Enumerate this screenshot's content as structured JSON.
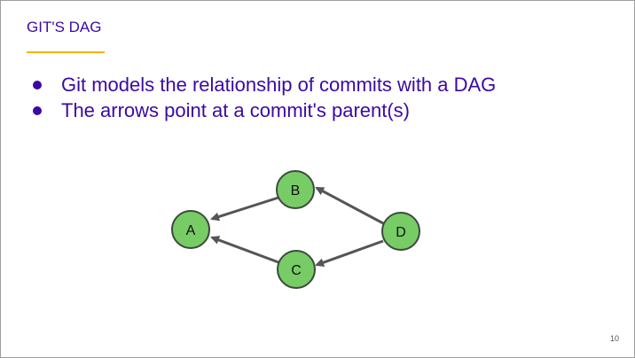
{
  "slide": {
    "title": "GIT'S DAG",
    "bullets": [
      "Git models the relationship of commits with a DAG",
      "The arrows point at a commit's parent(s)"
    ],
    "page_number": "10"
  },
  "diagram": {
    "nodes": [
      {
        "id": "A",
        "label": "A"
      },
      {
        "id": "B",
        "label": "B"
      },
      {
        "id": "C",
        "label": "C"
      },
      {
        "id": "D",
        "label": "D"
      }
    ],
    "edges": [
      {
        "from": "B",
        "to": "A"
      },
      {
        "from": "C",
        "to": "A"
      },
      {
        "from": "D",
        "to": "B"
      },
      {
        "from": "D",
        "to": "C"
      }
    ],
    "colors": {
      "node_fill": "#77cc66",
      "node_stroke": "#3d4a3d",
      "edge": "#555555",
      "text_accent": "#3b0aa3",
      "title_rule": "#f4b400"
    }
  }
}
